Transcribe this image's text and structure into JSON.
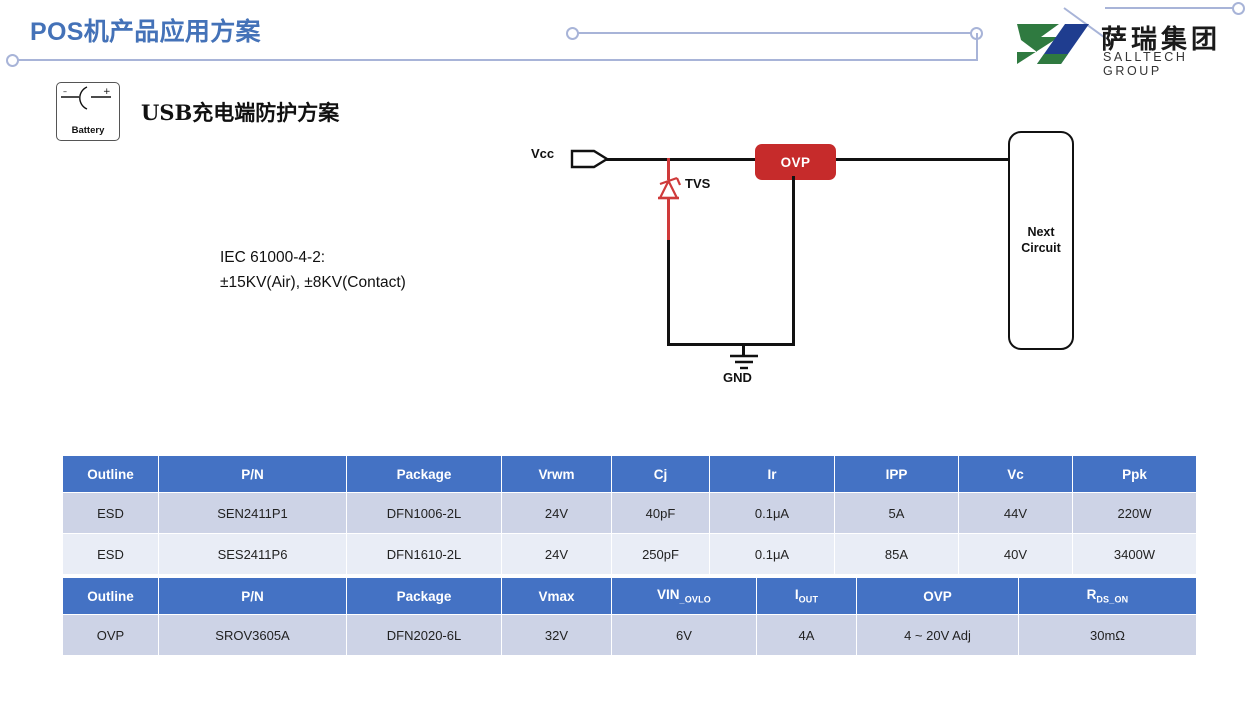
{
  "header": {
    "title": "POS机产品应用方案",
    "title_color": "#4472b8",
    "logo": {
      "cn_name": "萨瑞集团",
      "en_name": "SALLTECH GROUP",
      "green": "#2f7a40",
      "blue": "#1f3d8f"
    },
    "trace_color": "#a8b4d8"
  },
  "section": {
    "battery_icon_label": "Battery",
    "heading": "USB充电端防护方案",
    "spec_note_line1": "IEC 61000-4-2:",
    "spec_note_line2": "±15KV(Air), ±8KV(Contact)"
  },
  "circuit": {
    "vcc_label": "Vcc",
    "tvs_label": "TVS",
    "gnd_label": "GND",
    "ovp_label": "OVP",
    "ovp_color": "#c62b2b",
    "tvs_color": "#cf3a3a",
    "next_circuit_label": "Next\nCircuit",
    "next_circuit_line1": "Next",
    "next_circuit_line2": "Circuit"
  },
  "tables": [
    {
      "id": "esd",
      "header_color": "#4472c4",
      "columns": [
        "Outline",
        "P/N",
        "Package",
        "Vrwm",
        "Cj",
        "Ir",
        "IPP",
        "Vc",
        "Ppk"
      ],
      "rows": [
        [
          "ESD",
          "SEN2411P1",
          "DFN1006-2L",
          "24V",
          "40pF",
          "0.1μA",
          "5A",
          "44V",
          "220W"
        ],
        [
          "ESD",
          "SES2411P6",
          "DFN1610-2L",
          "24V",
          "250pF",
          "0.1μA",
          "85A",
          "40V",
          "3400W"
        ]
      ]
    },
    {
      "id": "ovp",
      "header_color": "#4472c4",
      "columns": [
        "Outline",
        "P/N",
        "Package",
        "Vmax",
        "VIN_OVLO",
        "IOUT",
        "OVP",
        "RDS_ON"
      ],
      "columns_display": [
        {
          "base": "Outline",
          "sub": ""
        },
        {
          "base": "P/N",
          "sub": ""
        },
        {
          "base": "Package",
          "sub": ""
        },
        {
          "base": "Vmax",
          "sub": ""
        },
        {
          "base": "VIN",
          "sub": "_OVLO"
        },
        {
          "base": "I",
          "sub": "OUT"
        },
        {
          "base": "OVP",
          "sub": ""
        },
        {
          "base": "R",
          "sub": "DS_ON"
        }
      ],
      "rows": [
        [
          "OVP",
          "SROV3605A",
          "DFN2020-6L",
          "32V",
          "6V",
          "4A",
          "4 ~ 20V Adj",
          "30mΩ"
        ]
      ]
    }
  ]
}
